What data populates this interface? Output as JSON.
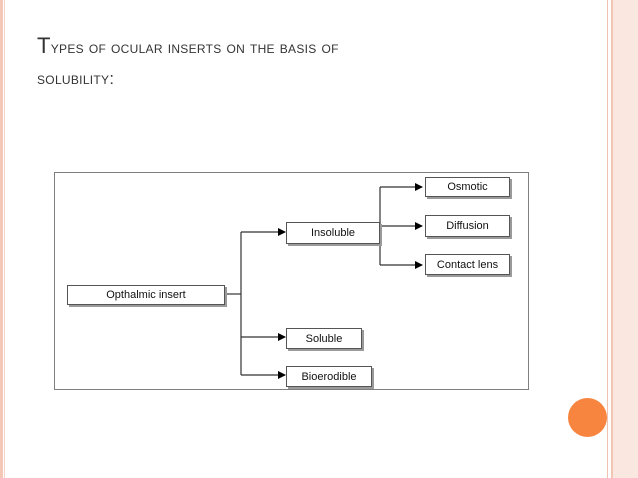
{
  "slide": {
    "title_line1": "Types of ocular inserts on the basis of",
    "title_line2": "solubility:"
  },
  "diagram": {
    "root": "Opthalmic insert",
    "insoluble": "Insoluble",
    "soluble": "Soluble",
    "bioerodible": "Bioerodible",
    "osmotic": "Osmotic",
    "diffusion": "Diffusion",
    "contact_lens": "Contact lens"
  },
  "colors": {
    "accent_circle": "#f7853f",
    "border_stripe": "#f4c7b7",
    "title_text": "#333333"
  }
}
